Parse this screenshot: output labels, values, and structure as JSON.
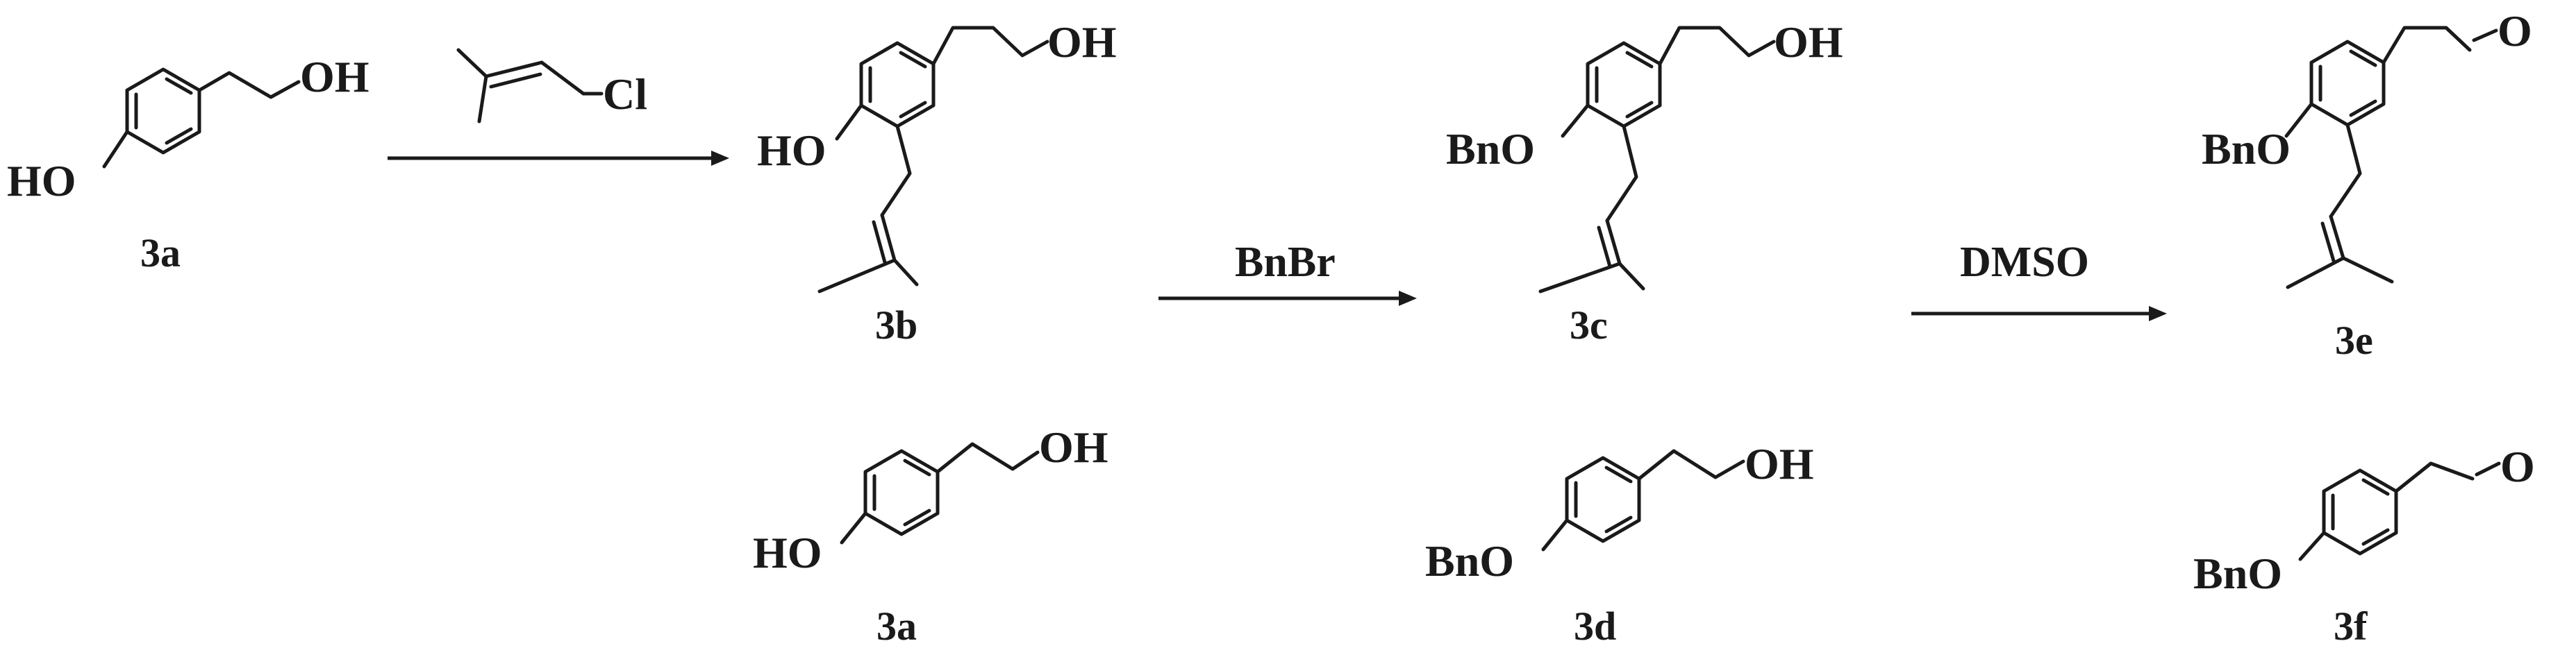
{
  "compounds": {
    "c3a_top": {
      "id": "3a",
      "ho": "HO",
      "oh": "OH"
    },
    "c3b": {
      "id": "3b",
      "ho": "HO",
      "oh": "OH"
    },
    "c3c": {
      "id": "3c",
      "bno": "BnO",
      "oh": "OH"
    },
    "c3e": {
      "id": "3e",
      "bno": "BnO",
      "o": "O"
    },
    "c3a_bottom": {
      "id": "3a",
      "ho": "HO",
      "oh": "OH"
    },
    "c3d": {
      "id": "3d",
      "bno": "BnO",
      "oh": "OH"
    },
    "c3f": {
      "id": "3f",
      "bno": "BnO",
      "o": "O"
    }
  },
  "reagents": {
    "step1_cl": "Cl",
    "step2": "BnBr",
    "step3": "DMSO"
  }
}
